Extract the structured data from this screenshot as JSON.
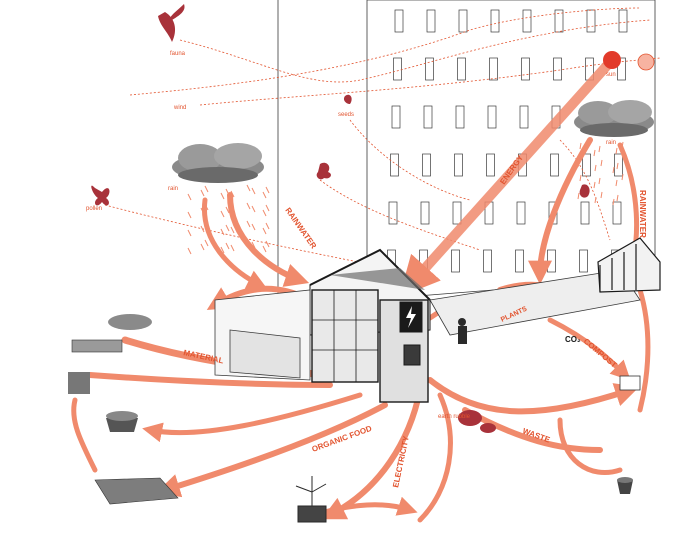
{
  "colors": {
    "flow": "#f08a6c",
    "flow_dark": "#e2542f",
    "sun": "#e23a2a",
    "line": "#3a3a3a",
    "grey": "#9a9a9a"
  },
  "labels": {
    "fauna": "fauna",
    "wind": "wind",
    "seeds": "seeds",
    "sun": "sun",
    "rain_left": "rain",
    "rain_right": "rain",
    "pollen": "pollen",
    "rainwater_left": "RAINWATER",
    "rainwater_right": "RAINWATER",
    "energy": "ENERGY",
    "material": "MATERIAL",
    "organic_food": "ORGANIC FOOD",
    "electricity": "ELECTRICITY",
    "waste": "WASTE",
    "compost": "COMPOST",
    "co2": "CO₂",
    "earthworm": "earth\nrubble",
    "plants": "PLANTS"
  },
  "icons": [
    "bird-icon",
    "butterfly-icon",
    "cloud-icon",
    "sun-icon",
    "windmill-icon",
    "basket-icon",
    "bucket-icon",
    "lightning-icon",
    "greenhouse-icon",
    "compost-bin-icon"
  ]
}
